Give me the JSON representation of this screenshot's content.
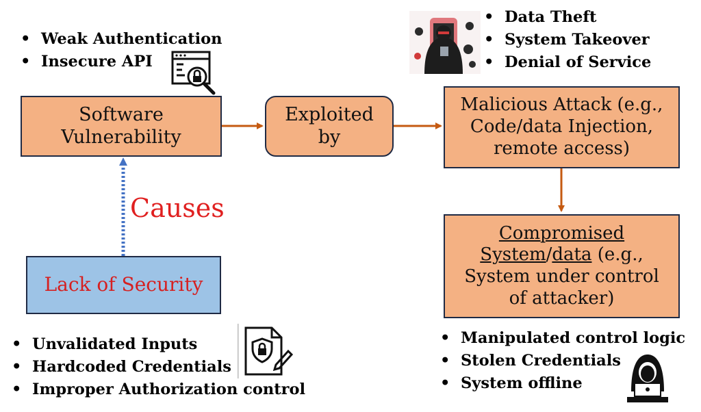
{
  "top_left_bullets": [
    "Weak Authentication",
    "Insecure API"
  ],
  "top_right_bullets": [
    "Data Theft",
    "System Takeover",
    "Denial of Service"
  ],
  "boxes": {
    "software_vulnerability": "Software Vulnerability",
    "exploited_by": "Exploited by",
    "malicious_attack": "Malicious Attack (e.g., Code/data Injection, remote access)",
    "lack_of_security": "Lack of Security",
    "compromised": {
      "part1": "Compromised",
      "part2": "System",
      "part3": "/",
      "part4": "data",
      "part5": " (e.g., System under control of attacker)"
    }
  },
  "causes_label": "Causes",
  "bottom_left_bullets": [
    "Unvalidated Inputs",
    "Hardcoded Credentials",
    "Improper Authorization control"
  ],
  "bottom_right_bullets": [
    "Manipulated control logic",
    "Stolen Credentials",
    "System offline"
  ],
  "icons": [
    "code-security-icon",
    "hacker-attack-illustration",
    "secure-document-icon",
    "hacker-laptop-icon"
  ],
  "colors": {
    "box_fill": "#f4b183",
    "blue_fill": "#9dc3e6",
    "arrow": "#c55a11",
    "dotted_arrow": "#4472c4",
    "causes_text": "#e02020"
  }
}
